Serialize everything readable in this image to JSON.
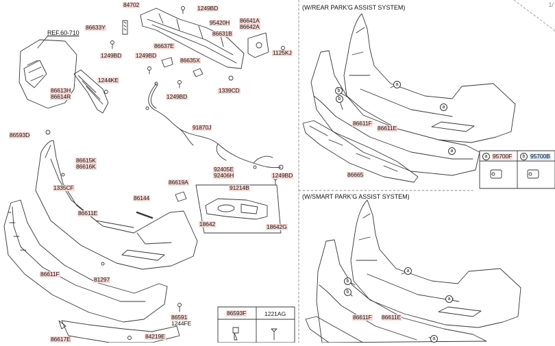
{
  "page": {
    "number": "1/"
  },
  "left": {
    "ref": "REF.60-710",
    "labels": {
      "p84702": "84702",
      "p86633Y": "86633Y",
      "p1249BD_a": "1249BD",
      "p1249BD_b": "1249BD",
      "p95420H": "95420H",
      "p86641A": "86641A",
      "p86642A": "86642A",
      "p86631B": "86631B",
      "p1249BD_c": "1249BD",
      "p86637E": "86637E",
      "p1125KJ": "1125KJ",
      "p86635X": "86635X",
      "p1244KE": "1244KE",
      "p86613H": "86613H",
      "p86614R": "86614R",
      "p1339CD": "1339CD",
      "p1249BD_d": "1249BD",
      "p91870J": "91870J",
      "p86593D": "86593D",
      "p86615K": "86615K",
      "p86616K": "86616K",
      "p92405E": "92405E",
      "p92406H": "92406H",
      "p1249BD_e": "1249BD",
      "p1335CF": "1335CF",
      "p86619A": "86619A",
      "p91214B": "91214B",
      "p86144": "86144",
      "p86611E": "86611E",
      "p18642": "18642",
      "p18642G": "18642G",
      "p86611F": "86611F",
      "p81297": "81297",
      "p86591": "86591",
      "p1244FE": "1244FE",
      "p86617E": "86617E",
      "p84219E": "84219E"
    },
    "table": {
      "col1": "86593F",
      "col2": "1221AG"
    }
  },
  "right_top": {
    "header": "(W/REAR PARK'G ASSIST SYSTEM)",
    "labels": {
      "p86611F": "86611F",
      "p86611E": "86611E",
      "p86665": "86665"
    },
    "markers": {
      "a": "a",
      "b": "b"
    },
    "legend": {
      "a_code": "95700F",
      "b_code": "95700B"
    }
  },
  "right_bottom": {
    "header": "(W/SMART PARK'G ASSIST SYSTEM)",
    "labels": {
      "p86611F": "86611F",
      "p86611E": "86611E"
    },
    "markers": {
      "a": "a",
      "b": "b"
    }
  }
}
